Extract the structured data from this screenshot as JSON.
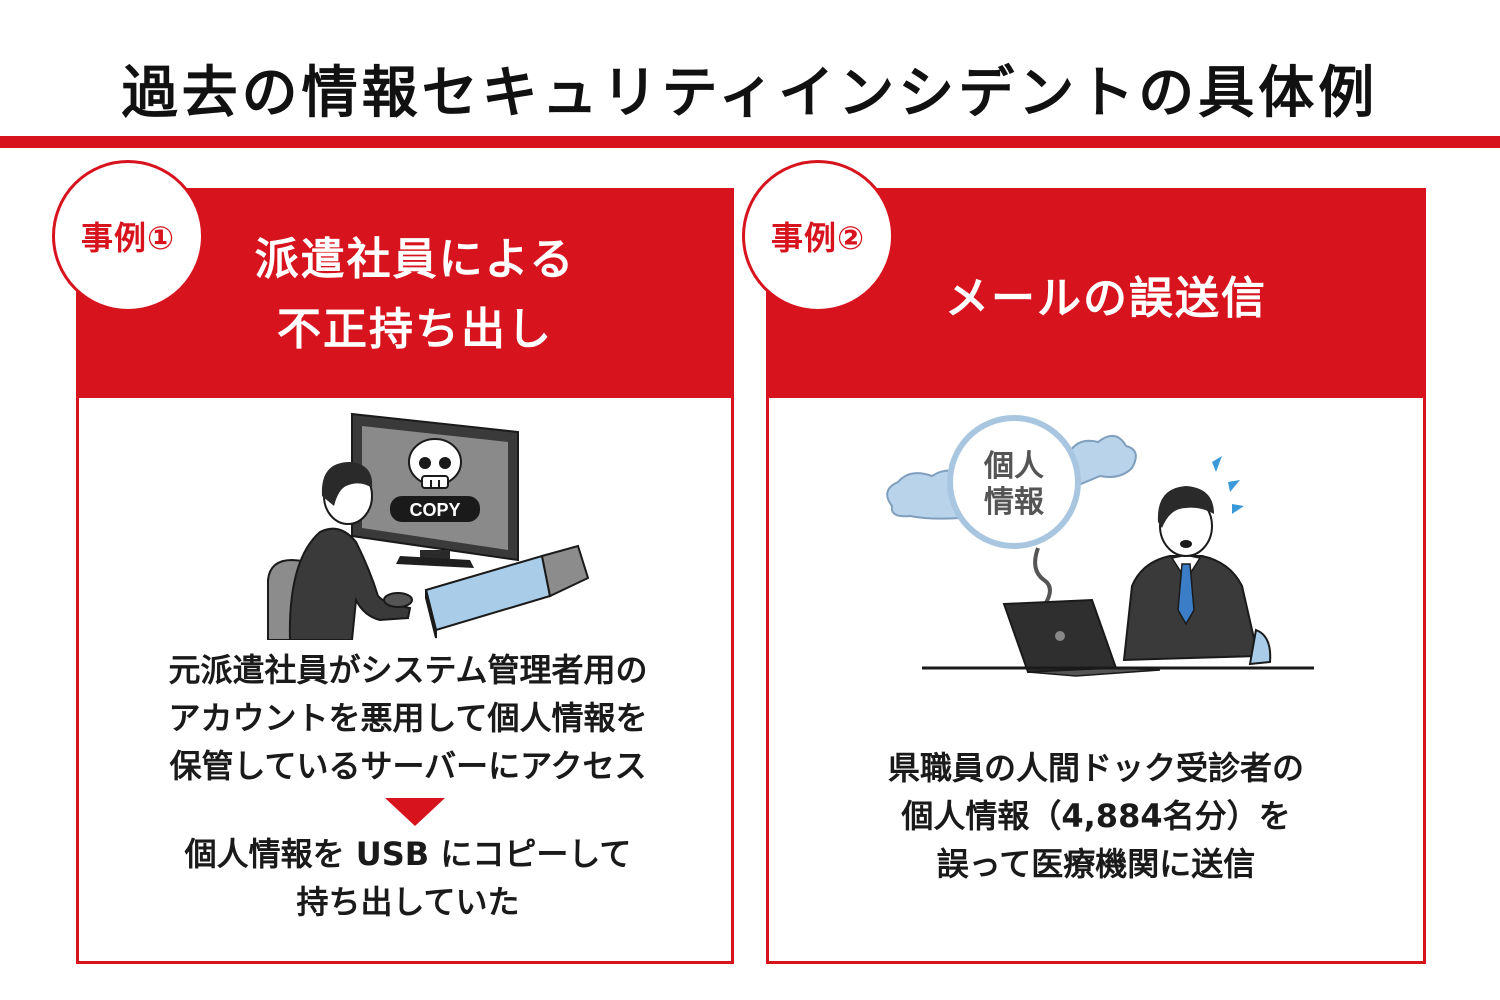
{
  "title": "過去の情報セキュリティインシデントの具体例",
  "case1": {
    "badge": "事例①",
    "heading_lines": [
      "派遣社員による",
      "不正持ち出し"
    ],
    "illustration": {
      "screen_label": "COPY",
      "icons": [
        "skull-icon",
        "usb-drive-icon",
        "monitor-icon"
      ]
    },
    "description_lines": [
      "元派遣社員がシステム管理者用の",
      "アカウントを悪用して個人情報を",
      "保管しているサーバーにアクセス"
    ],
    "result_lines": [
      "個人情報を USB にコピーして",
      "持ち出していた"
    ]
  },
  "case2": {
    "badge": "事例②",
    "heading_lines": [
      "メールの誤送信"
    ],
    "illustration": {
      "bubble_lines": [
        "個人",
        "情報"
      ],
      "icons": [
        "laptop-icon",
        "flying-cloud-icon",
        "sweat-drops-icon"
      ]
    },
    "description_lines": [
      "県職員の人間ドック受診者の",
      "個人情報（4,884名分）を",
      "誤って医療機関に送信"
    ]
  },
  "colors": {
    "accent": "#d7141e",
    "text": "#1a1a1a",
    "background": "#ffffff"
  }
}
